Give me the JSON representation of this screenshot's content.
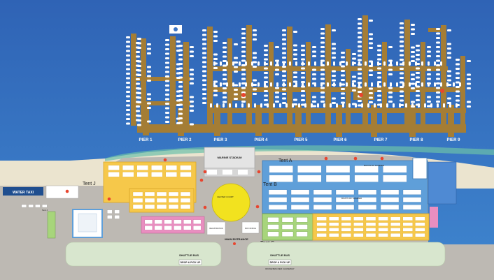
{
  "map": {
    "piers": [
      "PIER 1",
      "PIER 2",
      "PIER 3",
      "PIER 4",
      "PIER 5",
      "PIER 6",
      "PIER 7",
      "PIER 8",
      "PIER 9"
    ],
    "tents": {
      "a": "Tent A",
      "b": "Tent B",
      "c": "Tent C",
      "j_left": "Tent J",
      "j_lower": "Tent J"
    },
    "areas": {
      "marine_stadium": "MARINE STADIUM",
      "water_taxi": "WATER TAXI",
      "center_court": "CENTER COURT",
      "main_entrance": "MAIN ENTRANCE",
      "shuttle_left_line1": "SHUTTLE BUS",
      "shuttle_left_line2": "DROP & PICK UP",
      "shuttle_right_line1": "SHUTTLE BUS",
      "shuttle_right_line2": "DROP & PICK UP",
      "causeway": "RICKENBACKER CAUSEWAY",
      "registration": "REGISTRATION",
      "box_office": "BOX OFFICE",
      "boats_of_summer_upper": "BOATS OF SUMMER",
      "boats_of_summer_lower": "BOATS OF SUMMER"
    },
    "colors": {
      "water": "#3b74c4",
      "dock": "#a47d35",
      "land": "#bdb9b3",
      "sand": "#ebe4cf",
      "lawn": "#d8e6ce",
      "tent_yellow": "#f6c84a",
      "tent_blue": "#5f9fd9",
      "tent_pink": "#e98ec0",
      "tent_green": "#a7d57b",
      "marker": "#e8452f"
    }
  }
}
